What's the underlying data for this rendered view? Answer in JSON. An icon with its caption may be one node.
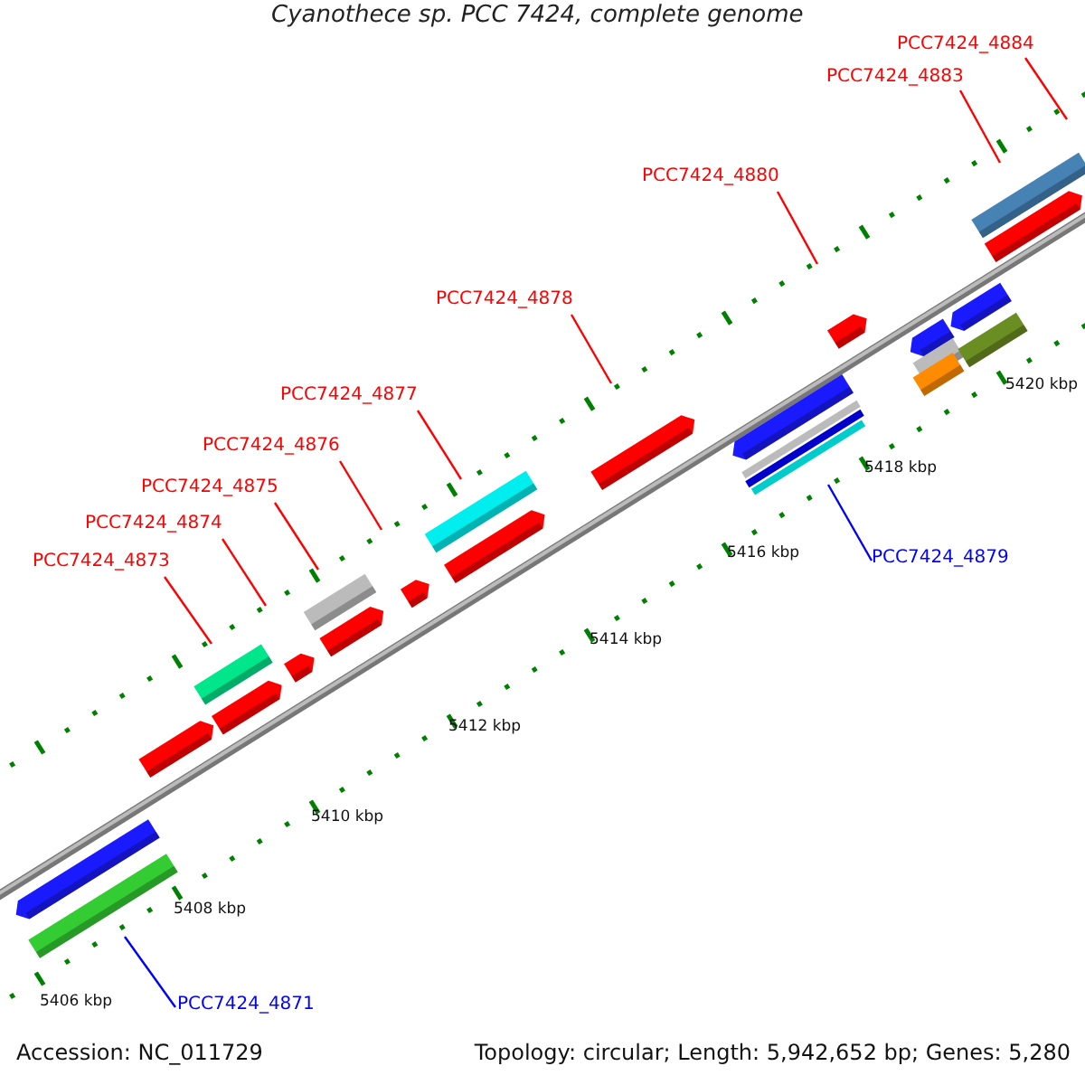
{
  "diagram": {
    "title": "Cyanothece sp. PCC 7424, complete genome",
    "nodes": [
      {
        "text": [
          "PCC7424_4884"
        ]
      },
      {
        "text": [
          "PCC7424_4883"
        ]
      },
      {
        "text": [
          "PCC7424_4880"
        ]
      },
      {
        "text": [
          "PCC7424_4878"
        ]
      },
      {
        "text": [
          "PCC7424_4877"
        ]
      },
      {
        "text": [
          "PCC7424_4876"
        ]
      },
      {
        "text": [
          "PCC7424_4875"
        ]
      },
      {
        "text": [
          "PCC7424_4874"
        ]
      },
      {
        "text": [
          "PCC7424_4873"
        ]
      },
      {
        "text": [
          "PCC7424_4879"
        ]
      },
      {
        "text": [
          "PCC7424_4871"
        ]
      }
    ],
    "edges": [
      {
        "from": 0,
        "to": null,
        "arrow": "none"
      },
      {
        "from": 1,
        "to": null,
        "arrow": "none"
      },
      {
        "from": 2,
        "to": null,
        "arrow": "none"
      },
      {
        "from": 3,
        "to": null,
        "arrow": "none"
      },
      {
        "from": 4,
        "to": null,
        "arrow": "none"
      },
      {
        "from": 5,
        "to": null,
        "arrow": "none"
      },
      {
        "from": 6,
        "to": null,
        "arrow": "none"
      },
      {
        "from": 7,
        "to": null,
        "arrow": "none"
      },
      {
        "from": 8,
        "to": null,
        "arrow": "none"
      },
      {
        "from": 9,
        "to": null,
        "arrow": "none",
        "color": "#0000ff"
      },
      {
        "from": 10,
        "to": null,
        "arrow": "none",
        "color": "#0000ff"
      }
    ],
    "labels": [
      "5420 kbp",
      "5418 kbp",
      "5416 kbp",
      "5414 kbp",
      "5412 kbp",
      "5410 kbp",
      "5408 kbp",
      "5406 kbp",
      "Accession: NC_011729",
      "Topology: circular; Length: 5,942,652 bp; Genes: 5,280"
    ]
  }
}
